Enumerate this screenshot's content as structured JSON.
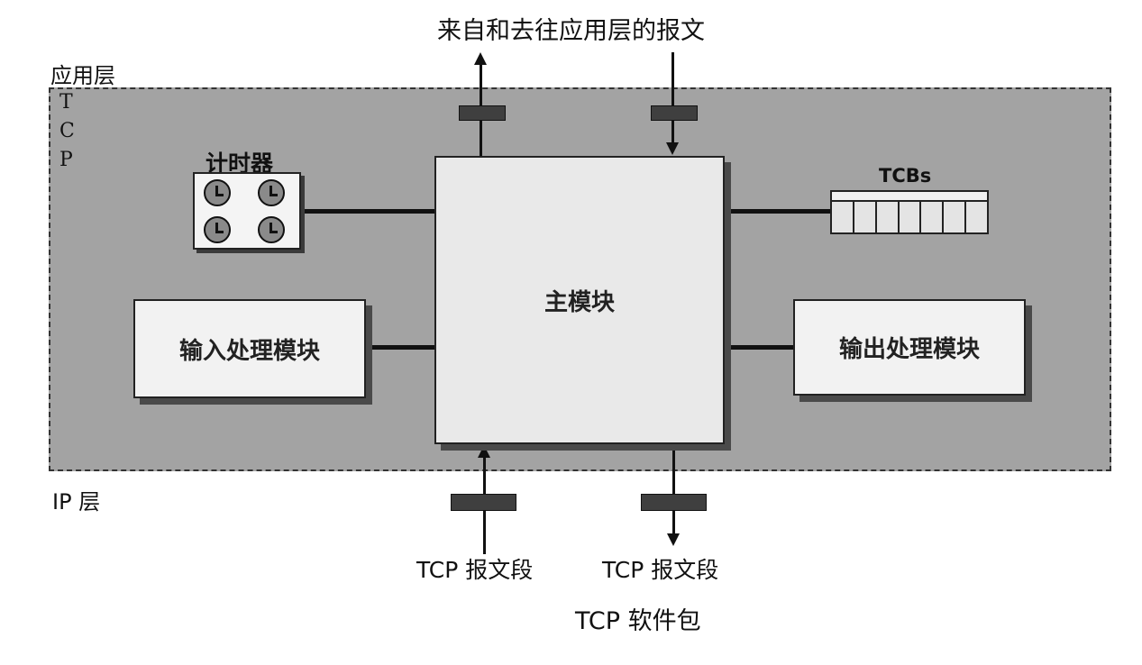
{
  "diagram": {
    "top_caption": "来自和去往应用层的报文",
    "app_layer_label": "应用层",
    "tcp_vertical_letters": [
      "T",
      "C",
      "P"
    ],
    "ip_layer_label": "IP 层",
    "timer_label": "计时器",
    "tcbs_label": "TCBs",
    "main_module": "主模块",
    "input_module": "输入处理模块",
    "output_module": "输出处理模块",
    "segment_in_label": "TCP 报文段",
    "segment_out_label": "TCP 报文段",
    "package_caption": "TCP 软件包"
  }
}
